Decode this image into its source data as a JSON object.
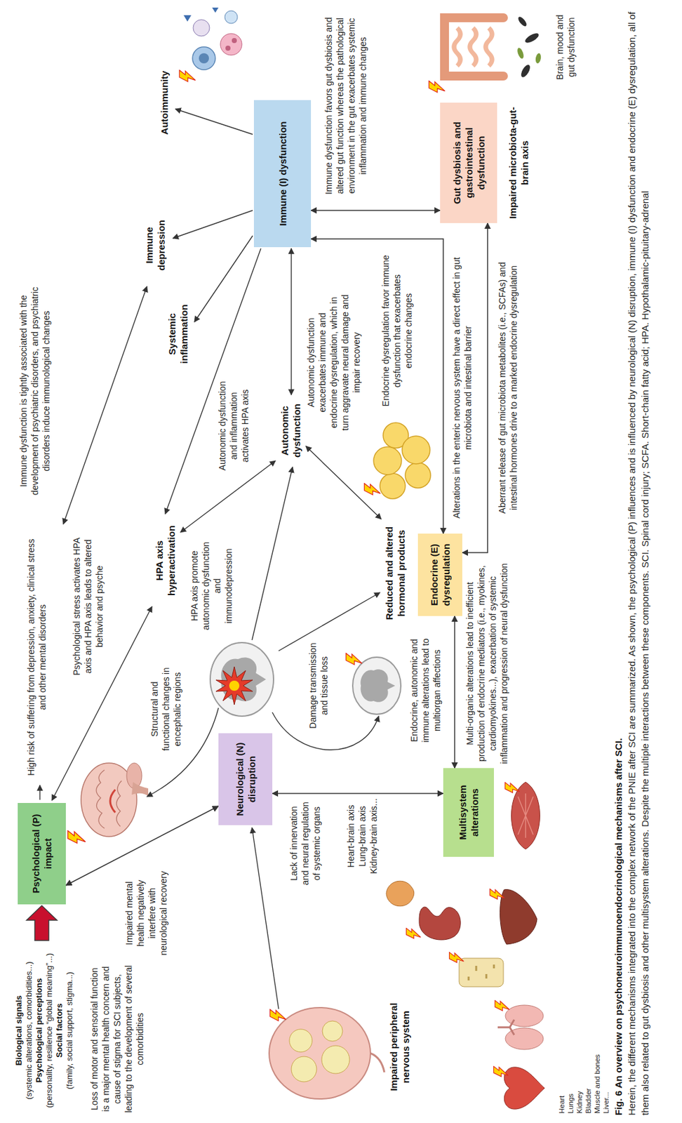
{
  "diagram": {
    "title": "Fig. 6 An overview on psychoneuroimmunoendocrinological mechanisms after SCI.",
    "caption": "Herein, the different mechanisms integrated into the complex network of the PNIE after SCI are summarized. As shown, the psychological (P) influences and is influenced by neurological (N) disruption, immune (I) dysfunction and endocrine (E) dysregulation, all of them also related to gut dysbiosis and other multisystem alterations. Despite the multiple interactions between these components. SCI. Spinal cord injury; SCFA. Short-chain fatty acid; HPA. Hypothalamic-pituitary-adrenal",
    "nodes": [
      {
        "text": [
          "Psychological (P) impact"
        ]
      },
      {
        "text": [
          "Neurological (N) disruption"
        ]
      },
      {
        "text": [
          "Multisystem alterations"
        ]
      },
      {
        "text": [
          "Endocrine (E) dysregulation"
        ]
      },
      {
        "text": [
          "Immune (I) dysfunction"
        ]
      },
      {
        "text": [
          "Gut dysbiosis and gastrointestinal dysfunction"
        ]
      }
    ],
    "edges": [
      {
        "from": 0,
        "to": 1,
        "arrow": "both"
      },
      {
        "from": 1,
        "to": 2,
        "arrow": "both"
      },
      {
        "from": 2,
        "to": 3,
        "arrow": "both"
      },
      {
        "from": 4,
        "to": 3,
        "arrow": "both"
      },
      {
        "from": 4,
        "to": 5,
        "arrow": "both"
      },
      {
        "from": 5,
        "to": 3,
        "arrow": "both"
      }
    ],
    "labels": [
      "Biological signals",
      "(systemic alterations, comorbidities...)",
      "Psychological perceptions",
      "(personality, resilience “global meaning”...)",
      "Social factors",
      "(family, social support, stigma...)",
      "High risk of suffering from depression, anxiety, clinical stress and other mental disorders",
      "Psychological stress activates HPA axis and HPA axis leads to altered behavior and psyche",
      "HPA axis hyperactivation",
      "Systemic inflammation",
      "Immune depression",
      "Autoimmunity",
      "Immune dysfunction is tightly associated with the development of psychiatric disorders, and psychiatric disorders induce immunological changes",
      "Autonomic dysfunction and inflammation activates HPA axis",
      "HPA axis promote autonomic dysfunction and immunodepression",
      "Autonomic dysfunction",
      "Autonomic dysfunction exacerbates immune and endocrine dysregulation, which in turn aggravate neural damage and impair recovery",
      "Structural and functional changes in encephalic regions",
      "Damage transmission and tissue loss",
      "Reduced and altered hormonal products",
      "Endocrine dysregulation favor immune dysfunction that exacerbates endocrine changes",
      "Alterations in the enteric nervous system have a direct effect in gut microbiota and intestinal barrier",
      "Aberrant release of gut microbiota metabolites (i.e., SCFAs) and intestinal hormones drive to a marked endocrine dysregulation",
      "Immune dysfunction favors gut dysbiosis and altered gut function whereas the pathological environment in the gut exacerbates systemic inflammation and immune changes",
      "Impaired microbiota-gut-brain axis",
      "Brain, mood and gut dysfunction",
      "Loss of motor and sensorial function is a major mental health concern and cause of stigma for SCI subjects, leading to the development of several comorbidities",
      "Impaired mental health negatively interfere with neurological recovery",
      "Lack of innervation and neural regulation of systemic organs",
      "Heart-brain axis",
      "Lung-brain axis",
      "Kidney-brain axis...",
      "Endocrine, autonomic and immune alterations lead to multiorgan affections",
      "Multi-organic alterations lead to inefficient production of endocrine mediators (i.e., myokines, cardiomyokines...), exacerbation of systemic inflammation and progression of neural dysfunction",
      "Impaired peripheral nervous system",
      "Heart",
      "Lungs",
      "Kidney",
      "Bladder",
      "Muscle and bones",
      "Liver..."
    ]
  }
}
